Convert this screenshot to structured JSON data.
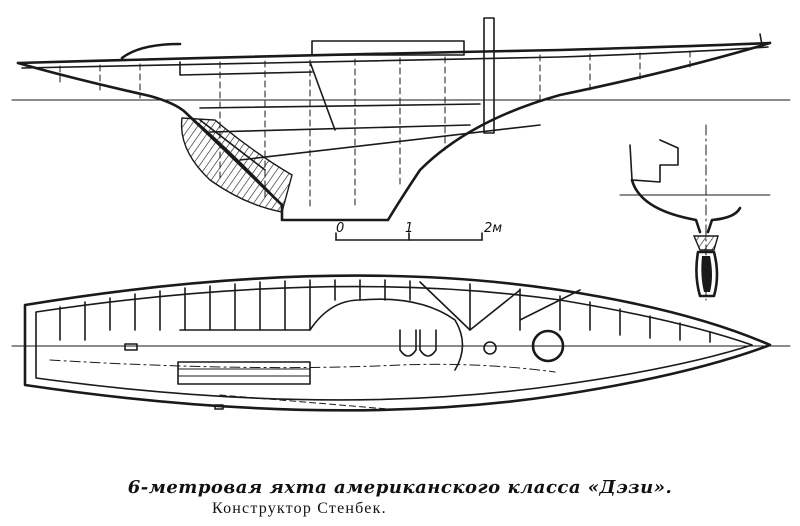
{
  "caption": {
    "title": "6-метровая яхта американского класса «Дэзи».",
    "designer": "Конструктор Стенбек."
  },
  "scale_bar": {
    "labels": [
      "0",
      "1",
      "2м"
    ]
  }
}
